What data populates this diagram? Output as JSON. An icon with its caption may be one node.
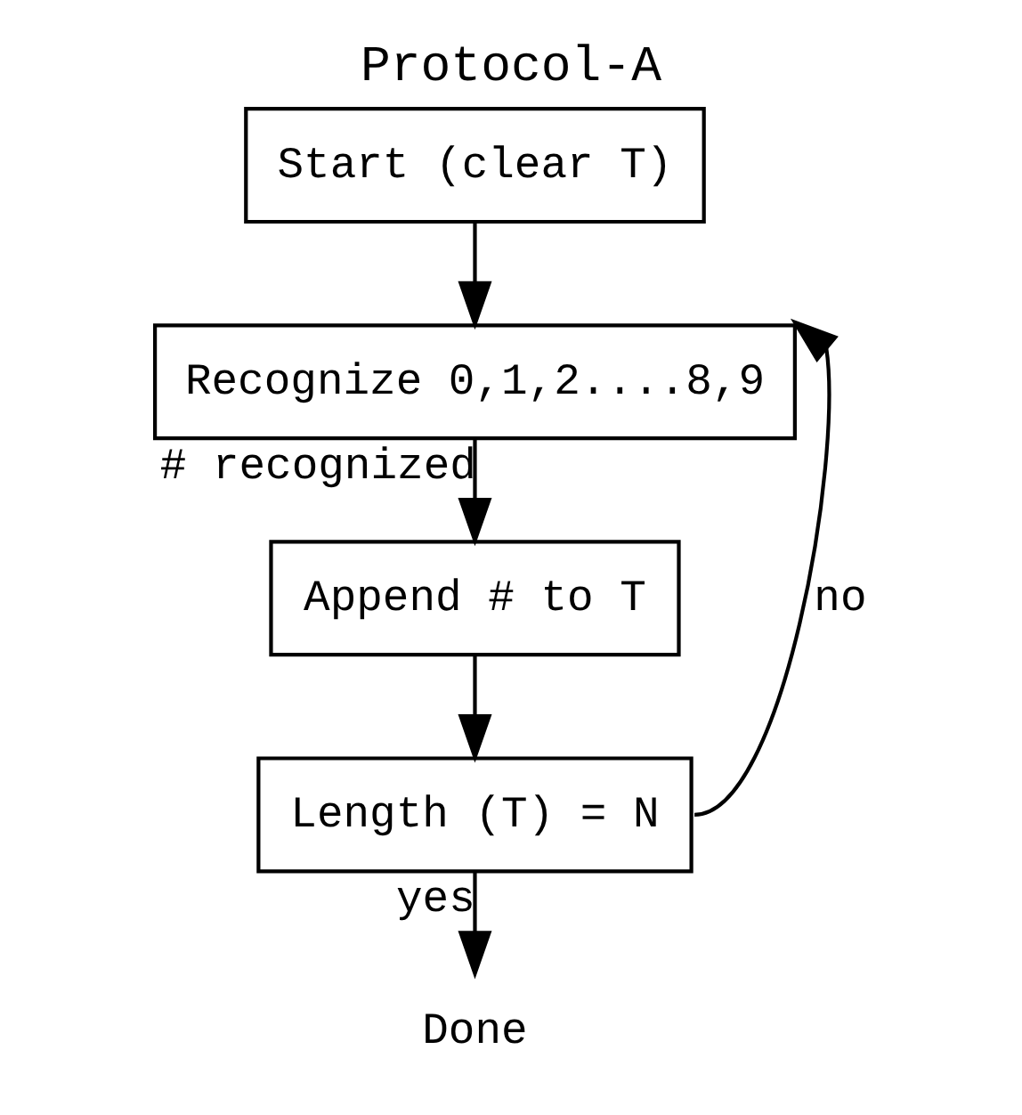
{
  "diagram": {
    "title": "Protocol-A",
    "nodes": [
      {
        "text": [
          "Start (clear T)"
        ]
      },
      {
        "text": [
          "Recognize 0,1,2....8,9"
        ]
      },
      {
        "text": [
          "Append # to T"
        ]
      },
      {
        "text": [
          "Length (T) = N"
        ]
      },
      {
        "text": [
          "Done"
        ]
      }
    ],
    "edges": [
      {
        "from": 0,
        "to": 1,
        "arrow": "to"
      },
      {
        "from": 1,
        "to": 2,
        "arrow": "to",
        "label": "# recognized"
      },
      {
        "from": 2,
        "to": 3,
        "arrow": "to"
      },
      {
        "from": 3,
        "to": 4,
        "arrow": "to",
        "label": "yes"
      },
      {
        "from": 3,
        "to": 1,
        "arrow": "to",
        "label": "no"
      }
    ]
  }
}
